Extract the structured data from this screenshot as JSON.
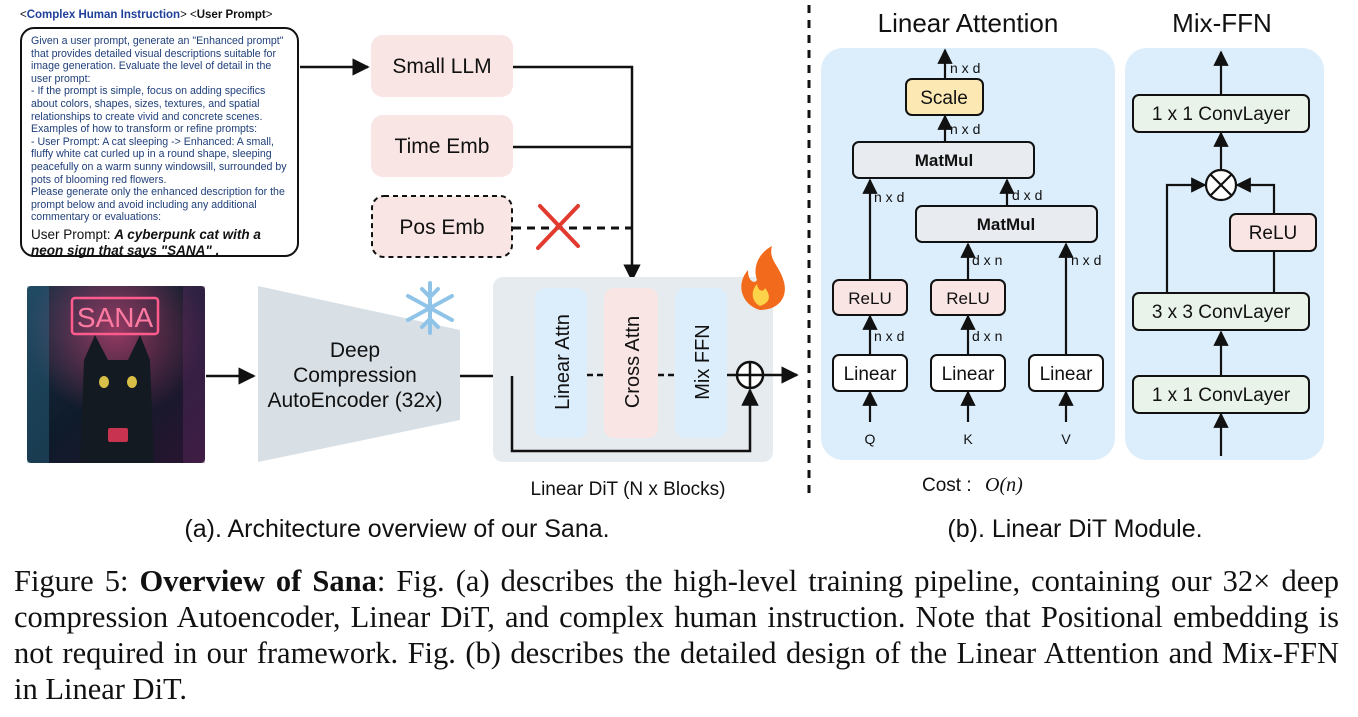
{
  "prompt": {
    "title_complex": "Complex Human Instruction",
    "title_user": "User Prompt",
    "instruction": "Given a user prompt, generate an \"Enhanced prompt\" that provides detailed visual descriptions suitable for image generation. Evaluate the level of detail in the user prompt:\n- If the prompt is simple, focus on adding specifics about colors, shapes, sizes, textures, and spatial relationships to create vivid and concrete scenes.\nExamples of how to transform or refine prompts:\n- User Prompt: A cat sleeping -> Enhanced: A small, fluffy white cat curled up in a round shape, sleeping peacefully on a warm sunny windowsill, surrounded by pots of blooming red flowers.\nPlease generate only the enhanced description for the prompt below and avoid including any additional commentary or evaluations:",
    "user_prompt_label": "User Prompt:",
    "user_prompt_text": "A cyberpunk cat with a neon sign that says \"SANA\" ."
  },
  "left": {
    "small_llm": "Small LLM",
    "time_emb": "Time Emb",
    "pos_emb": "Pos Emb",
    "encoder_line1": "Deep",
    "encoder_line2": "Compression",
    "encoder_line3": "AutoEncoder (32x)",
    "image_sign": "SANA",
    "block_linear_attn": "Linear Attn",
    "block_cross_attn": "Cross Attn",
    "block_mix_ffn": "Mix FFN",
    "dit_label": "Linear DiT (N x Blocks)",
    "subcaption": "(a). Architecture overview of our Sana."
  },
  "linear_attention": {
    "title": "Linear Attention",
    "scale": "Scale",
    "matmul": "MatMul",
    "relu": "ReLU",
    "linear": "Linear",
    "inputs": [
      "Q",
      "K",
      "V"
    ],
    "dim_nxd": "n x d",
    "dim_dxd": "d x d",
    "dim_dxn": "d x n",
    "cost_label": "Cost :",
    "cost_value": "O(n)"
  },
  "mix_ffn": {
    "title": "Mix-FFN",
    "conv1x1": "1 x 1 ConvLayer",
    "conv3x3": "3 x 3 ConvLayer",
    "relu": "ReLU"
  },
  "right_subcaption": "(b). Linear DiT Module.",
  "caption": {
    "fig_label": "Figure 5:",
    "bold": "Overview of Sana",
    "text": ": Fig. (a) describes the high-level training pipeline, containing our 32× deep compression Autoencoder, Linear DiT, and complex human instruction. Note that Positional embedding is not required in our framework. Fig. (b) describes the detailed design of the Linear Attention and Mix-FFN in Linear DiT."
  },
  "colors": {
    "panel_blue": "#dcedfb",
    "block_pink": "#f9e5e4",
    "block_blue": "#dcedfb",
    "dit_bg": "#e6ebf0",
    "scale_yellow": "#fbe8b2",
    "matmul_grey": "#e8ecf1",
    "conv_green": "#e9f3ea",
    "encoder_grey": "#d8e0e6"
  }
}
